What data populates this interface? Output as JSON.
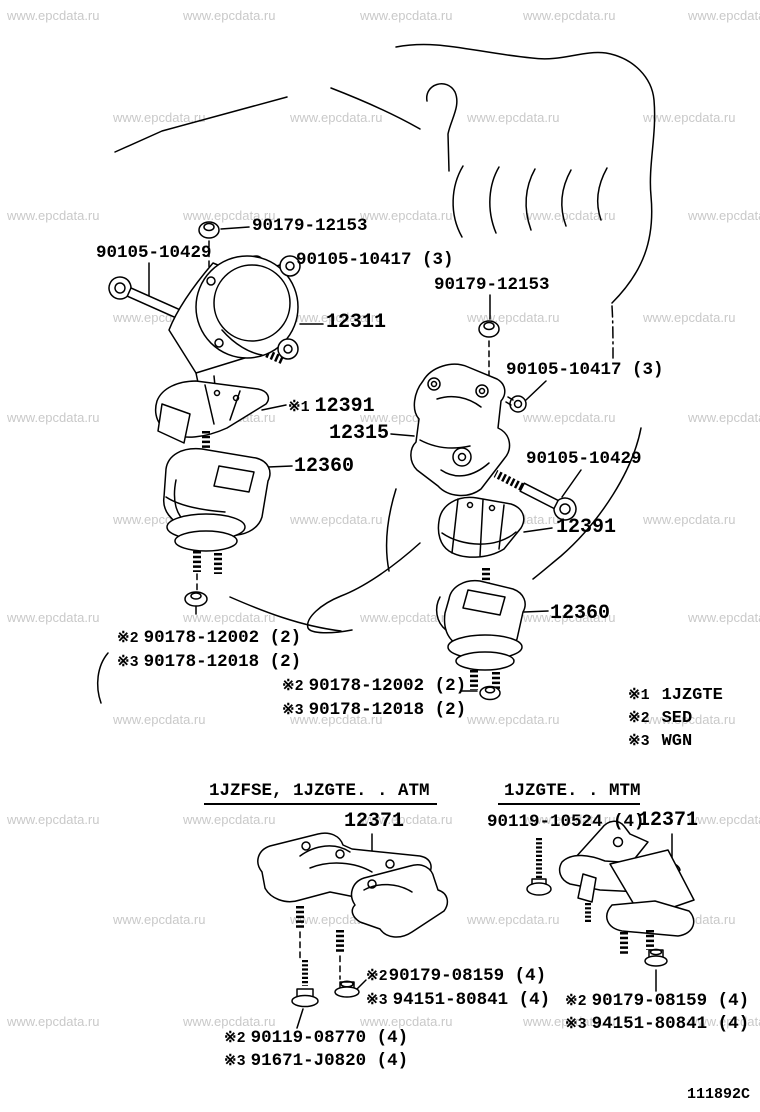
{
  "page": {
    "background": "#ffffff",
    "line_color": "#000000",
    "watermark_color": "#c9c9c9",
    "drawing_code": "111892C"
  },
  "watermark": {
    "text": "www.epcdata.ru"
  },
  "labels": {
    "nut_top_left": "90179-12153",
    "bolt_long_left": "90105-10429",
    "bolt_small_left": "90105-10417 (3)",
    "part_12311": "12311",
    "mark_12391": {
      "mark": "※1",
      "number": "12391"
    },
    "part_12315": "12315",
    "part_12360_left": "12360",
    "nut_right": "90179-12153",
    "bolt_small_right": "90105-10417 (3)",
    "bolt_long_right": "90105-10429",
    "part_12391_right": "12391",
    "part_12360_right": "12360",
    "stud_left_row1": {
      "mark": "※2",
      "number": "90178-12002 (2)"
    },
    "stud_left_row2": {
      "mark": "※3",
      "number": "90178-12018 (2)"
    },
    "stud_mid_row1": {
      "mark": "※2",
      "number": "90178-12002 (2)"
    },
    "stud_mid_row2": {
      "mark": "※3",
      "number": "90178-12018 (2)"
    },
    "atm_title": "1JZFSE, 1JZGTE. . ATM",
    "mtm_title": "1JZGTE. . MTM",
    "part_12371_atm": "12371",
    "bolt_mtm": "90119-10524 (4)",
    "part_12371_mtm": "12371",
    "atm_nut_row1": {
      "mark": "※2",
      "number": "90179-08159 (4)"
    },
    "atm_nut_row2": {
      "mark": "※3",
      "number": "94151-80841 (4)"
    },
    "mtm_nut_row1": {
      "mark": "※2",
      "number": "90179-08159 (4)"
    },
    "mtm_nut_row2": {
      "mark": "※3",
      "number": "94151-80841 (4)"
    },
    "atm_bolt_row1": {
      "mark": "※2",
      "number": "90119-08770 (4)"
    },
    "atm_bolt_row2": {
      "mark": "※3",
      "number": "91671-J0820 (4)"
    }
  },
  "legend": {
    "rows": [
      {
        "mark": "※1",
        "value": "1JZGTE"
      },
      {
        "mark": "※2",
        "value": "SED"
      },
      {
        "mark": "※3",
        "value": "WGN"
      }
    ]
  }
}
